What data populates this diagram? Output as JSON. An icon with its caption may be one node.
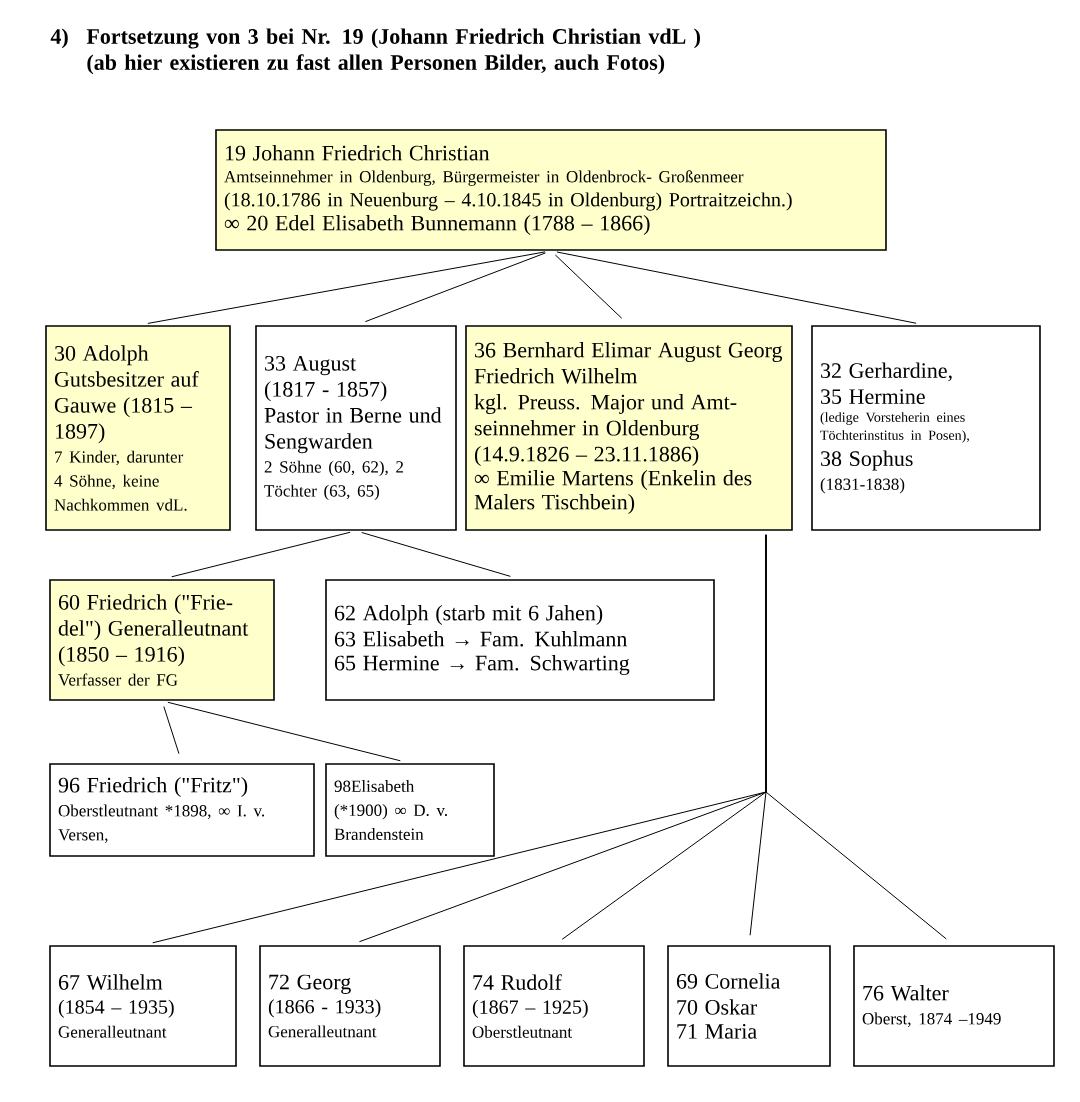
{
  "diagram": {
    "title": "Fortsetzung von 3 bei Nr. 19 (Johann Friedrich Christian vdL ) (ab hier existieren zu fast allen Personen Bilder, auch Fotos)",
    "nodes": [
      {
        "text": [
          "19 Johann Friedrich Christian",
          "Amtseinnehmer in Oldenburg, Bürgermeister in Oldenbrock- Großenmeer",
          "(18.10.1786 in Neuenburg – 4.10.1845 in Oldenburg) Portraitzeichn.)",
          "∞ 20 Edel Elisabeth Bunnemann (1788 – 1866)"
        ]
      },
      {
        "text": [
          "30 Adolph",
          "Gutsbesitzer auf Gauwe (1815 – 1897)",
          "7 Kinder, darunter 4 Söhne, keine Nachkommen vdL."
        ]
      },
      {
        "text": [
          "33 August",
          "(1817 - 1857)",
          "Pastor in Berne und Sengwarden",
          "2 Söhne (60, 62), 2 Töchter (63, 65)"
        ]
      },
      {
        "text": [
          "36 Bernhard Elimar August Georg Friedrich Wilhelm",
          "kgl. Preuss. Major und Amt-seinnehmer in Oldenburg",
          "(14.9.1826 – 23.11.1886)",
          "∞ Emilie Martens (Enkelin des Malers Tischbein)"
        ]
      },
      {
        "text": [
          "32 Gerhardine,",
          "35 Hermine",
          "(ledige Vorsteherin eines Töchterinstitus in Posen),",
          "38 Sophus",
          "(1831-1838)"
        ]
      },
      {
        "text": [
          "60 Friedrich (\"Frie-del\") Generalleutnant",
          "(1850 – 1916)",
          "Verfasser der FG"
        ]
      },
      {
        "text": [
          "62 Adolph (starb mit 6 Jahen)",
          "63 Elisabeth → Fam. Kuhlmann",
          "65 Hermine → Fam. Schwarting"
        ]
      },
      {
        "text": [
          "96 Friedrich (\"Fritz\")",
          "Oberstleutnant *1898, ∞ I. v. Versen,"
        ]
      },
      {
        "text": [
          "98Elisabeth (*1900) ∞ D. v. Brandenstein"
        ]
      },
      {
        "text": [
          "67 Wilhelm",
          "(1854 – 1935)",
          "Generalleutnant"
        ]
      },
      {
        "text": [
          "72 Georg",
          "(1866 - 1933)",
          "Generalleutnant"
        ]
      },
      {
        "text": [
          "74 Rudolf",
          "(1867 – 1925)",
          "Oberstleutnant"
        ]
      },
      {
        "text": [
          "69 Cornelia",
          "70 Oskar",
          "71 Maria"
        ]
      },
      {
        "text": [
          "76 Walter",
          "Oberst, 1874 –1949"
        ]
      }
    ],
    "edges": [
      {
        "from": 0,
        "to": 1,
        "arrow": "none"
      },
      {
        "from": 0,
        "to": 2,
        "arrow": "none"
      },
      {
        "from": 0,
        "to": 3,
        "arrow": "none"
      },
      {
        "from": 0,
        "to": 4,
        "arrow": "none"
      },
      {
        "from": 2,
        "to": 5,
        "arrow": "none"
      },
      {
        "from": 2,
        "to": 6,
        "arrow": "none"
      },
      {
        "from": 5,
        "to": 7,
        "arrow": "none"
      },
      {
        "from": 5,
        "to": 8,
        "arrow": "none"
      },
      {
        "from": 3,
        "to": 9,
        "arrow": "none"
      },
      {
        "from": 3,
        "to": 10,
        "arrow": "none"
      },
      {
        "from": 3,
        "to": 11,
        "arrow": "none"
      },
      {
        "from": 3,
        "to": 12,
        "arrow": "none"
      },
      {
        "from": 3,
        "to": 13,
        "arrow": "none"
      }
    ],
    "labels": [
      "4)"
    ]
  }
}
